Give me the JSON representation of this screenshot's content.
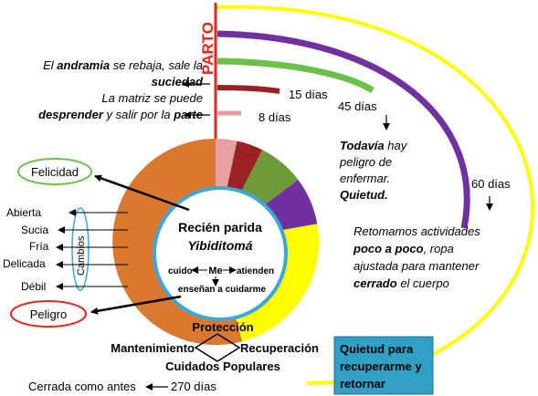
{
  "parto_label": "PARTO",
  "durations": {
    "d8": "8 días",
    "d15": "15 días",
    "d45": "45 días",
    "d60": "60 días",
    "d270": "270 días"
  },
  "notes": {
    "andramia": [
      [
        {
          "t": "El ",
          "b": false
        },
        {
          "t": "andramia",
          "b": true
        },
        {
          "t": " se rebaja, sale la",
          "b": false
        }
      ],
      [
        {
          "t": "suciedad",
          "b": true
        }
      ]
    ],
    "matriz": [
      [
        {
          "t": "La matriz se puede",
          "b": false
        }
      ],
      [
        {
          "t": "desprender",
          "b": true
        },
        {
          "t": " y salir por la ",
          "b": false
        },
        {
          "t": "parte",
          "b": true
        }
      ]
    ],
    "todavia": [
      [
        {
          "t": "Todavía",
          "b": true
        },
        {
          "t": " hay",
          "b": false
        }
      ],
      [
        {
          "t": "peligro de",
          "b": false
        }
      ],
      [
        {
          "t": "enfermar.",
          "b": false
        }
      ],
      [
        {
          "t": "Quietud.",
          "b": true
        }
      ]
    ],
    "retomamos": [
      [
        {
          "t": "Retomamos actividades",
          "b": false
        }
      ],
      [
        {
          "t": "poco a poco",
          "b": true
        },
        {
          "t": ", ropa",
          "b": false
        }
      ],
      [
        {
          "t": "ajustada para mantener",
          "b": false
        }
      ],
      [
        {
          "t": "cerrado",
          "b": true
        },
        {
          "t": " el cuerpo",
          "b": false
        }
      ]
    ]
  },
  "left_states": {
    "felicidad": "Felicidad",
    "peligro": "Peligro",
    "cambios": "Cambios",
    "list": [
      "Abierta",
      "Sucia",
      "Fría",
      "Delicada",
      "Débil"
    ],
    "cerrada": "Cerrada como antes"
  },
  "center": {
    "title1": "Recién parida",
    "title2": "Yibiditomá",
    "me": "Me",
    "cuido": "cuido",
    "atienden": "atienden",
    "ensenan": "enseñan a cuidarme"
  },
  "care": {
    "proteccion": "Protección",
    "mantenimiento": "Mantenimiento",
    "recuperacion": "Recuperación",
    "cuidados": "Cuidados Populares"
  },
  "box_text": [
    "Quietud para",
    "recuperarme y",
    "retornar"
  ],
  "colors": {
    "parto_red": "#e8251f",
    "yellow": "#ffff00",
    "purple": "#7030a0",
    "green": "#6cc04a",
    "dark_red": "#992222",
    "pink": "#e6a0a6",
    "orange": "#d9782e",
    "olive_green": "#6e9a3a",
    "box_fill": "#31a0c4"
  }
}
